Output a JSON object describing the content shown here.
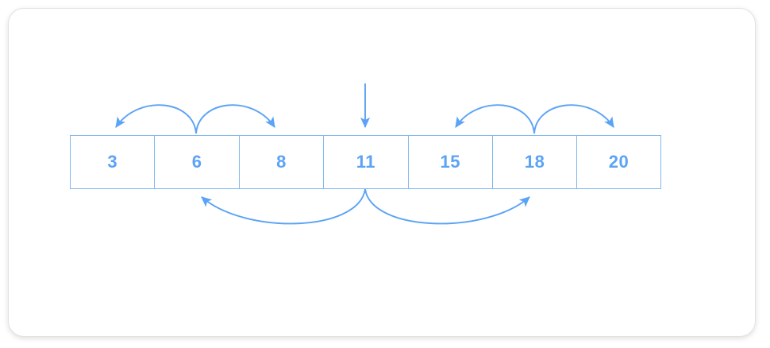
{
  "card": {
    "background": "#FFFFFF",
    "border_color": "#E2E2E2"
  },
  "theme": {
    "accent": "#5BA3F5",
    "line": "#7FB8F0",
    "text": "#5BA3F5"
  },
  "array": {
    "label": "sorted-array",
    "cells": [
      {
        "value": "3"
      },
      {
        "value": "6"
      },
      {
        "value": "8"
      },
      {
        "value": "11"
      },
      {
        "value": "15"
      },
      {
        "value": "18"
      },
      {
        "value": "20"
      }
    ]
  },
  "chart_data": {
    "type": "diagram",
    "title": "",
    "categories": [
      "3",
      "6",
      "8",
      "11",
      "15",
      "18",
      "20"
    ],
    "values": [
      3,
      6,
      8,
      11,
      15,
      18,
      20
    ],
    "indices": [
      0,
      1,
      2,
      3,
      4,
      5,
      6
    ],
    "pointer": {
      "target_index": 3,
      "target_value": "11",
      "direction": "down"
    },
    "arcs_above": [
      {
        "from_index_boundary": 1.5,
        "to_index": 0,
        "direction": "left"
      },
      {
        "from_index_boundary": 1.5,
        "to_index": 2,
        "direction": "right"
      },
      {
        "from_index_boundary": 4.5,
        "to_index": 4,
        "direction": "left"
      },
      {
        "from_index_boundary": 4.5,
        "to_index": 6,
        "direction": "right"
      }
    ],
    "arcs_below": [
      {
        "from_index": 3,
        "to_index": 1,
        "direction": "left"
      },
      {
        "from_index": 3,
        "to_index": 5,
        "direction": "right"
      }
    ],
    "legend": [],
    "xlabel": "",
    "ylabel": ""
  }
}
